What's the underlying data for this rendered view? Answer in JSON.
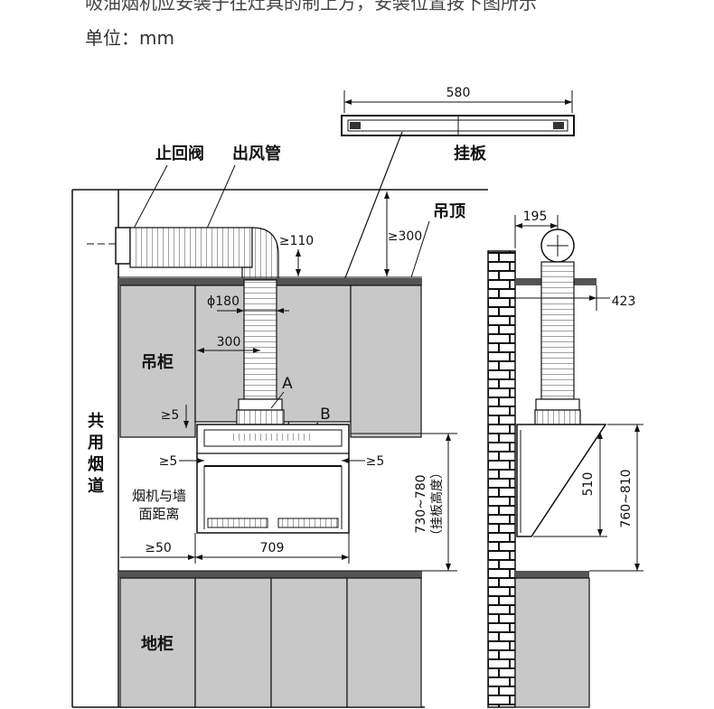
{
  "header": {
    "intro_text": "吸油烟机应安装于往灶具的制上方，安装位置按下图所示",
    "unit_label": "单位：mm"
  },
  "labels": {
    "check_valve": "止回阀",
    "exhaust_pipe": "出风管",
    "hanging_plate": "挂板",
    "ceiling": "吊顶",
    "wall_cabinet": "吊柜",
    "floor_cabinet": "地柜",
    "shared_flue": "共用烟道",
    "hood_wall_distance_line1": "烟机与墙",
    "hood_wall_distance_line2": "面距离",
    "point_a": "A",
    "point_b": "B",
    "height_range": "730~780",
    "height_note": "（挂板高度）",
    "side_height_range": "760~810"
  },
  "dimensions": {
    "plate_width": "580",
    "pipe_gap": "≥110",
    "ceiling_gap": "≥300",
    "pipe_diameter": "ϕ180",
    "pipe_offset": "300",
    "gap_small": "≥5",
    "gap_left": "≥5",
    "gap_right": "≥5",
    "wall_gap": "≥50",
    "hood_width": "709",
    "side_width": "195",
    "side_depth": "423",
    "hood_height": "510"
  },
  "colors": {
    "cabinet_gray": "#c8c8c8",
    "counter_dark": "#555555",
    "line": "#111111"
  }
}
